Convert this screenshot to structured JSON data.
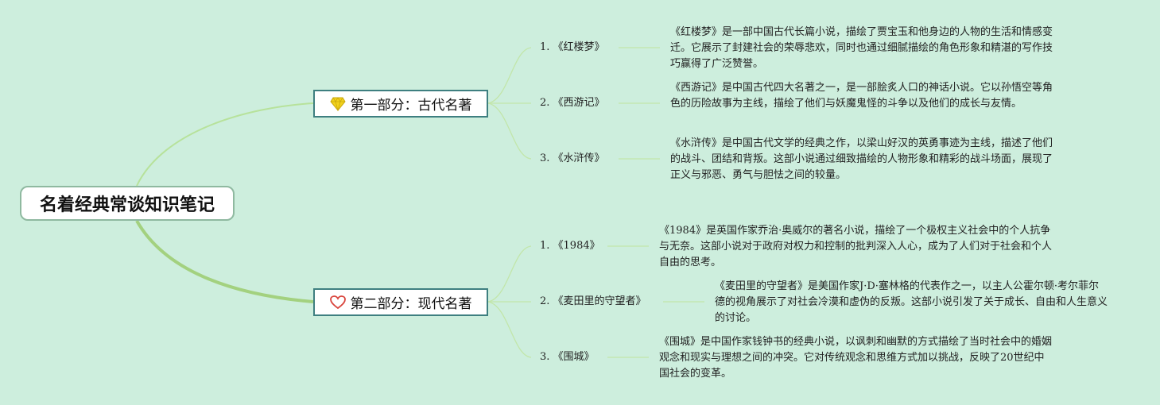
{
  "root": {
    "title": "名着经典常谈知识笔记"
  },
  "sections": [
    {
      "title": "第一部分：古代名著",
      "icon": "diamond-icon",
      "items": [
        {
          "label": "1. 《红楼梦》",
          "description": "《红楼梦》是一部中国古代长篇小说，描绘了贾宝玉和他身边的人物的生活和情感变迁。它展示了封建社会的荣辱悲欢，同时也通过细腻描绘的角色形象和精湛的写作技巧赢得了广泛赞誉。"
        },
        {
          "label": "2. 《西游记》",
          "description": "《西游记》是中国古代四大名著之一，是一部脍炙人口的神话小说。它以孙悟空等角色的历险故事为主线，描绘了他们与妖魔鬼怪的斗争以及他们的成长与友情。"
        },
        {
          "label": "3. 《水浒传》",
          "description": "《水浒传》是中国古代文学的经典之作，以梁山好汉的英勇事迹为主线，描述了他们的战斗、团结和背叛。这部小说通过细致描绘的人物形象和精彩的战斗场面，展现了正义与邪恶、勇气与胆怯之间的较量。"
        }
      ]
    },
    {
      "title": "第二部分：现代名著",
      "icon": "heart-icon",
      "items": [
        {
          "label": "1. 《1984》",
          "description": "《1984》是英国作家乔治·奥威尔的著名小说，描绘了一个极权主义社会中的个人抗争与无奈。这部小说对于政府对权力和控制的批判深入人心，成为了人们对于社会和个人自由的思考。"
        },
        {
          "label": "2. 《麦田里的守望者》",
          "description": "《麦田里的守望者》是美国作家J·D·塞林格的代表作之一，以主人公霍尔顿·考尔菲尔德的视角展示了对社会冷漠和虚伪的反叛。这部小说引发了关于成长、自由和人生意义的讨论。"
        },
        {
          "label": "3. 《围城》",
          "description": "《围城》是中国作家钱钟书的经典小说，以讽刺和幽默的方式描绘了当时社会中的婚姻观念和现实与理想之间的冲突。它对传统观念和思维方式加以挑战，反映了20世纪中国社会的变革。"
        }
      ]
    }
  ],
  "colors": {
    "background": "#cdeedd",
    "branch": "#a8d98a",
    "section_border": "#3e7f80",
    "diamond": "#f2d21b",
    "heart": "#d9443c"
  }
}
